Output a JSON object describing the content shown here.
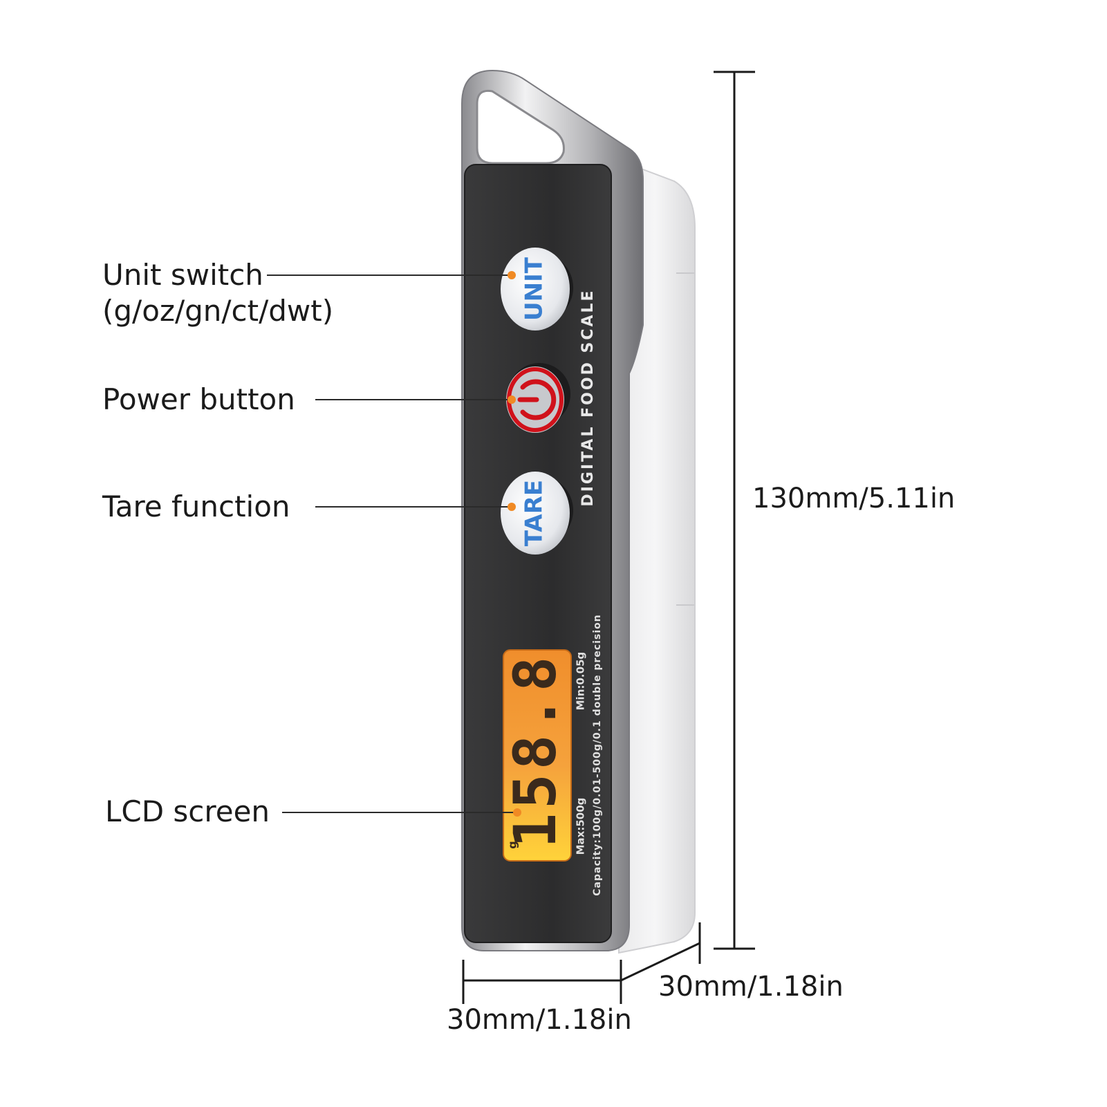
{
  "callouts": {
    "unit_switch": "Unit switch",
    "unit_options": "(g/oz/gn/ct/dwt)",
    "power_button": "Power button",
    "tare_function": "Tare function",
    "lcd_screen": "LCD screen"
  },
  "dimensions": {
    "height": "130mm/5.11in",
    "width": "30mm/1.18in",
    "depth": "30mm/1.18in"
  },
  "device": {
    "brand_text": "DIGITAL FOOD SCALE",
    "unit_button": "UNIT",
    "tare_button": "TARE",
    "min_text": "Min:0.05g",
    "capacity_text": "Capacity:100g/0.01-500g/0.1 double precision",
    "max_text": "Max:500g",
    "display_unit": "g",
    "display_value": "158.8"
  },
  "colors": {
    "accent_orange": "#f08a24",
    "button_blue": "#3a7fd0",
    "power_red": "#d0121b",
    "panel_dark": "#2f2f30",
    "lcd_orange": "#f7a23b"
  }
}
